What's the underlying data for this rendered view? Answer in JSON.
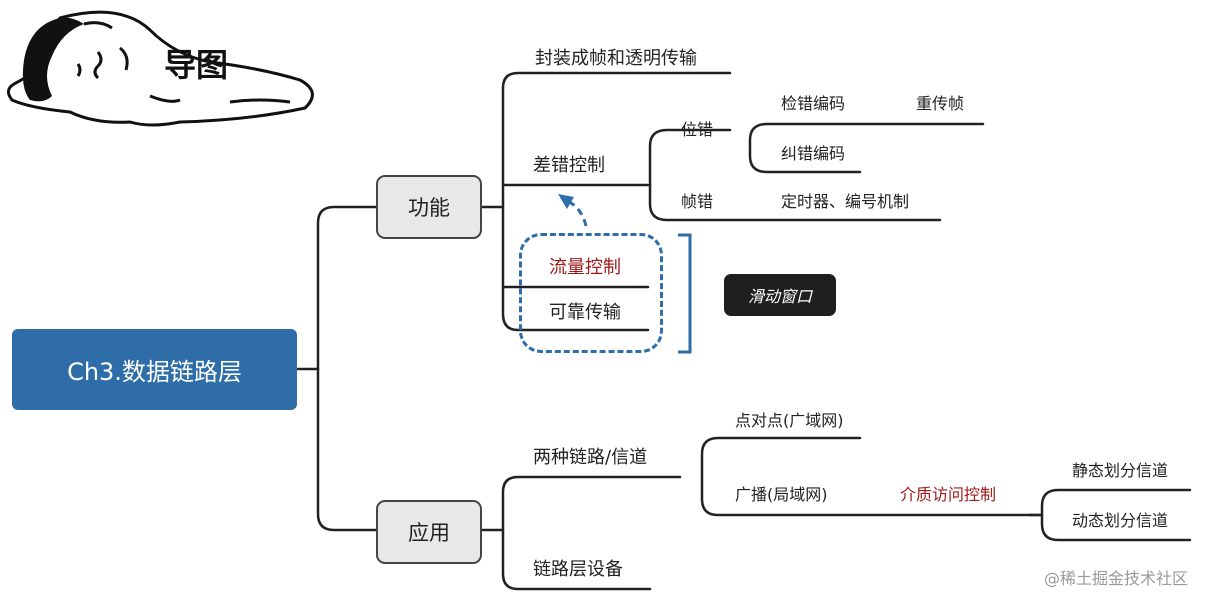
{
  "header": {
    "title": "导图"
  },
  "root": "Ch3.数据链路层",
  "branches": {
    "function": "功能",
    "application": "应用"
  },
  "function_items": {
    "framing": "封装成帧和透明传输",
    "error_control": "差错控制",
    "flow_control": "流量控制",
    "reliable": "可靠传输"
  },
  "error_control": {
    "bit_error": "位错",
    "detect": "检错编码",
    "retransmit": "重传帧",
    "correct": "纠错编码",
    "frame_error": "帧错",
    "frame_error_fix": "定时器、编号机制"
  },
  "sliding_window": "滑动窗口",
  "application_items": {
    "links": "两种链路/信道",
    "devices": "链路层设备"
  },
  "links": {
    "p2p": "点对点(广域网)",
    "broadcast": "广播(局域网)",
    "mac": "介质访问控制",
    "static": "静态划分信道",
    "dynamic": "动态划分信道"
  },
  "watermark": "@稀土掘金技术社区",
  "colors": {
    "root": "#2f6da8",
    "highlight": "#a01818",
    "dash": "#2f6da8",
    "pill": "#1f1f1f"
  }
}
